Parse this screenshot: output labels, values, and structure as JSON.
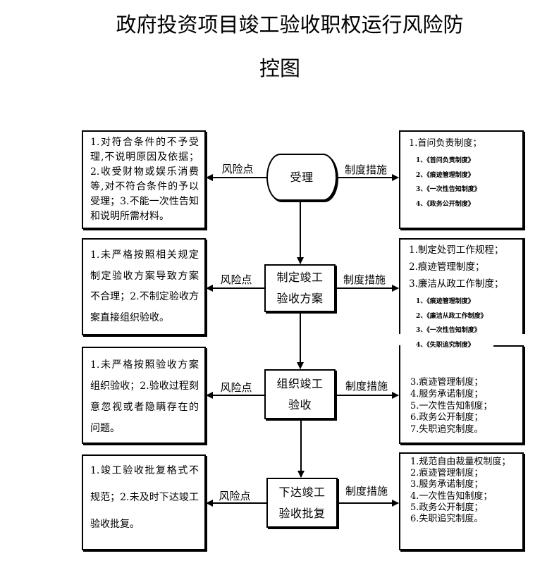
{
  "title": {
    "line1": "政府投资项目竣工验收职权运行风险防",
    "line2": "控图"
  },
  "labels": {
    "risk": "风险点",
    "measure": "制度措施"
  },
  "steps": [
    {
      "name": [
        "受理"
      ],
      "risks": [
        "1.对符合条件的不予受",
        "理,不说明原因及依据；",
        "2.收受财物或娱乐消费",
        "等,对不符合条件的予以",
        "受理；3.不能一次性告知",
        "和说明所需材料。"
      ],
      "measures": [
        "1.首问负责制度；"
      ],
      "measure_docs": [
        "1、《首问负责制度》",
        "2、《痕迹管理制度》",
        "3、《一次性告知制度》",
        "4、《政务公开制度》"
      ]
    },
    {
      "name": [
        "制定竣工",
        "验收方案"
      ],
      "risks": [
        "1.未严格按照相关规定",
        "制定验收方案导致方案",
        "不合理；2.不制定验收方",
        "案直接组织验收。"
      ],
      "measures": [
        "1.制定处罚工作规程；",
        "2.痕迹管理制度；",
        "3.廉洁从政工作制度；"
      ],
      "measure_docs": [
        "1、《痕迹管理制度》",
        "2、《廉洁从政工作制度》",
        "3、《一次性告知制度》",
        "4、《失职追究制度》"
      ]
    },
    {
      "name": [
        "组织竣工",
        "验收"
      ],
      "risks": [
        "1.未严格按照验收方案",
        "组织验收；2.验收过程刻",
        "意忽视或者隐瞒存在的",
        "问题。"
      ],
      "measures": [
        "3.痕迹管理制度；",
        "4.服务承诺制度；",
        "5.一次性告知制度；",
        "6.政务公开制度；",
        "7.失职追究制度。"
      ]
    },
    {
      "name": [
        "下达竣工",
        "验收批复"
      ],
      "risks": [
        "1.竣工验收批复格式不",
        "规范；2.未及时下达竣工",
        "验收批复。"
      ],
      "measures": [
        "1.规范自由裁量权制度；",
        "2.痕迹管理制度；",
        "3.服务承诺制度；",
        "4.一次性告知制度；",
        "5.政务公开制度；",
        "6.失职追究制度。"
      ]
    }
  ]
}
